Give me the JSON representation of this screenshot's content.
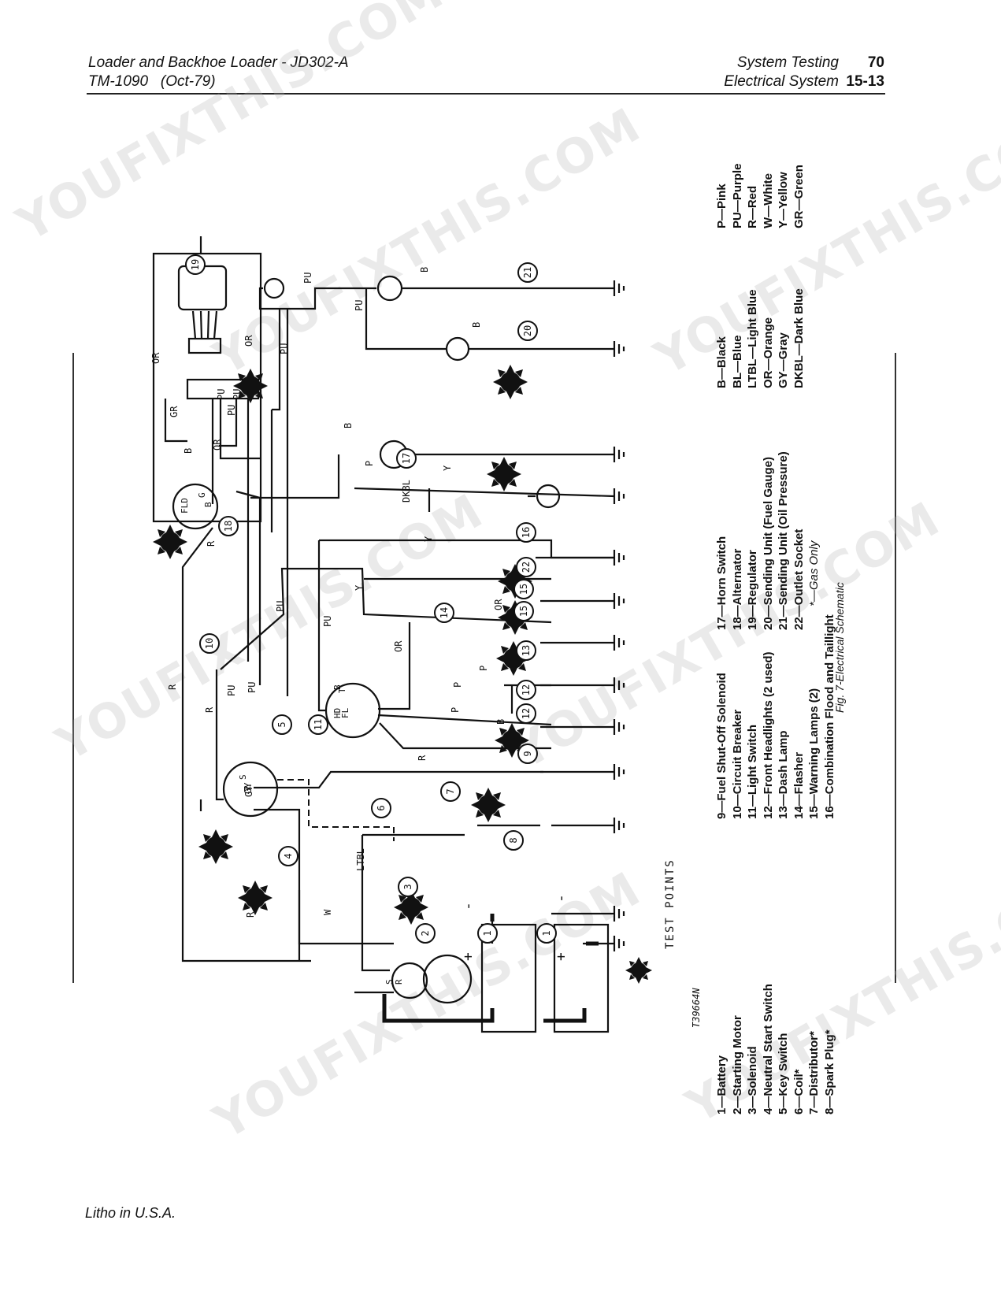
{
  "header": {
    "title": "Loader and Backhoe Loader - JD302-A",
    "manual": "TM-1090",
    "date": "(Oct-79)",
    "section": "System Testing",
    "subsection": "Electrical System",
    "page_number": "70",
    "page_ref": "15-13"
  },
  "legend": {
    "components_col1": [
      "1—Battery",
      "2—Starting Motor",
      "3—Solenoid",
      "4—Neutral Start Switch",
      "5—Key Switch",
      "6—Coil*",
      "7—Distributor*",
      "8—Spark Plug*"
    ],
    "components_col2": [
      "9—Fuel Shut-Off Solenoid",
      "10—Circuit Breaker",
      "11—Light Switch",
      "12—Front Headlights (2 used)",
      "13—Dash Lamp",
      "14—Flasher",
      "15—Warning Lamps (2)",
      "16—Combination Flood and Taillight"
    ],
    "components_col3": [
      "17—Horn Switch",
      "18—Alternator",
      "19—Regulator",
      "20—Sending Unit (Fuel Gauge)",
      "21—Sending Unit (Oil Pressure)",
      "22—Outlet Socket"
    ],
    "gas_note": "*—Gas Only",
    "colors_col1": [
      "B—Black",
      "BL—Blue",
      "LTBL—Light Blue",
      "OR—Orange",
      "GY—Gray",
      "DKBL—Dark Blue"
    ],
    "colors_col2": [
      "P—Pink",
      "PU—Purple",
      "R—Red",
      "W—White",
      "Y—Yellow",
      "GR—Green"
    ],
    "figure_caption": "Fig. 7-Electrical Schematic"
  },
  "diagram": {
    "test_points_label": "TEST POINTS",
    "figure_code": "T39664N",
    "callouts": [
      "1",
      "1",
      "2",
      "3",
      "4",
      "5",
      "6",
      "7",
      "8",
      "9",
      "10",
      "11",
      "12",
      "12",
      "13",
      "14",
      "15",
      "15",
      "16",
      "17",
      "18",
      "19",
      "20",
      "21",
      "22"
    ],
    "wire_labels": [
      "OR",
      "OR",
      "PU",
      "PU",
      "PU",
      "PU",
      "PU",
      "PU",
      "PU",
      "PU",
      "PU",
      "PU",
      "B",
      "B",
      "B",
      "B",
      "B",
      "GR",
      "OR",
      "R",
      "R",
      "R",
      "R",
      "R",
      "GY",
      "GY",
      "LTBL",
      "W",
      "P",
      "P",
      "P",
      "P",
      "Y",
      "Y",
      "Y",
      "OR",
      "OR",
      "DKBL"
    ],
    "terminal_labels": [
      "FLD",
      "G",
      "B",
      "S",
      "I",
      "FL",
      "T",
      "HD",
      "B",
      "S",
      "R",
      "+",
      "-",
      "+",
      "-"
    ]
  },
  "footer": {
    "text": "Litho in U.S.A."
  },
  "watermark": "YOUFIXTHIS.COM"
}
